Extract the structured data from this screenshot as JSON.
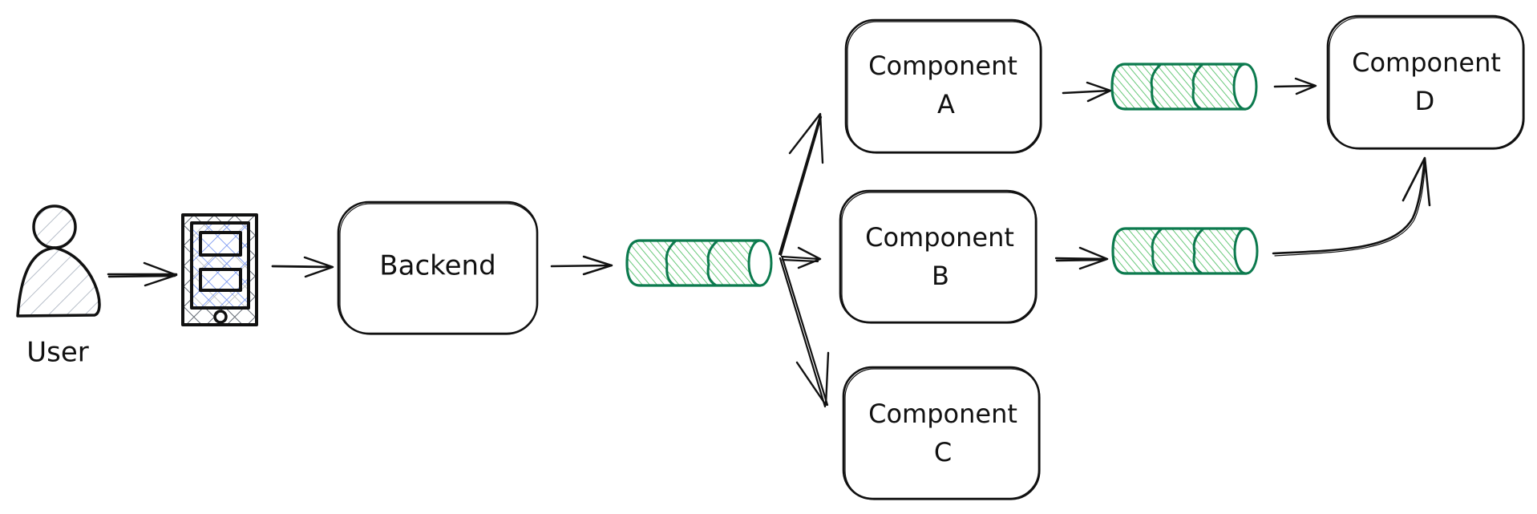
{
  "diagram": {
    "title": "",
    "colors": {
      "stroke": "#111111",
      "queue_stroke": "#0c7a4e",
      "queue_fill": "#56c26a",
      "user_fill": "#b7bec9",
      "device_hatch": "#5f6670",
      "screen_hatch": "#6f8ff0",
      "background": "#ffffff"
    },
    "nodes": {
      "user": {
        "label": "User",
        "icon": "person-icon"
      },
      "device": {
        "label": "",
        "icon": "mobile-phone-icon"
      },
      "backend": {
        "label": "Backend"
      },
      "queue_main": {
        "label": "",
        "icon": "queue-cylinder-icon"
      },
      "component_a": {
        "line1": "Component",
        "line2": "A"
      },
      "component_b": {
        "line1": "Component",
        "line2": "B"
      },
      "component_c": {
        "line1": "Component",
        "line2": "C"
      },
      "component_d": {
        "line1": "Component",
        "line2": "D"
      },
      "queue_a": {
        "label": "",
        "icon": "queue-cylinder-icon"
      },
      "queue_b": {
        "label": "",
        "icon": "queue-cylinder-icon"
      }
    },
    "edges": [
      {
        "from": "user",
        "to": "device"
      },
      {
        "from": "device",
        "to": "backend"
      },
      {
        "from": "backend",
        "to": "queue_main"
      },
      {
        "from": "queue_main",
        "to": "component_a"
      },
      {
        "from": "queue_main",
        "to": "component_b"
      },
      {
        "from": "queue_main",
        "to": "component_c"
      },
      {
        "from": "component_a",
        "to": "queue_a"
      },
      {
        "from": "queue_a",
        "to": "component_d"
      },
      {
        "from": "component_b",
        "to": "queue_b"
      },
      {
        "from": "queue_b",
        "to": "component_d"
      }
    ]
  }
}
